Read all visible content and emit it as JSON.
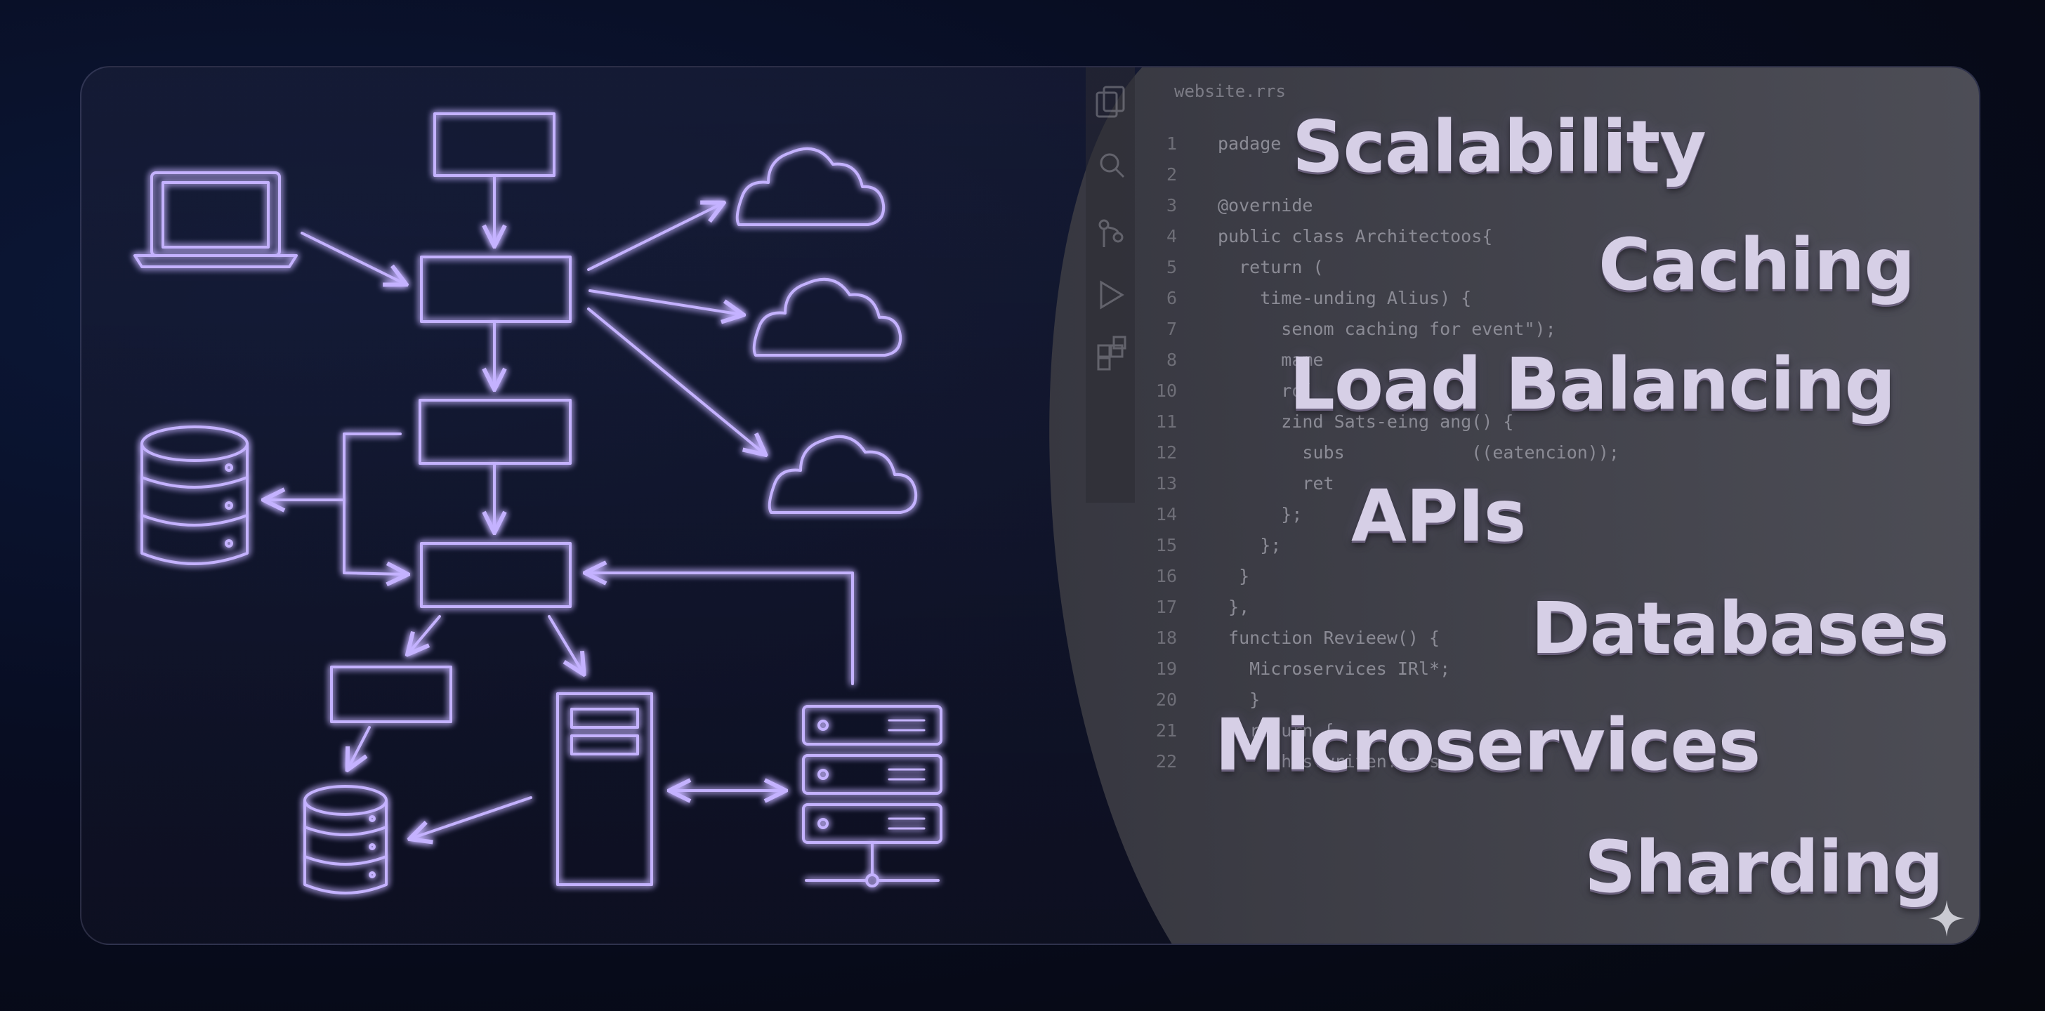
{
  "code_editor": {
    "tab": "website.rrs",
    "lines": [
      {
        "n": "1",
        "code": "padage"
      },
      {
        "n": "2",
        "code": ""
      },
      {
        "n": "3",
        "code": "@overnide"
      },
      {
        "n": "4",
        "code": "public class Architectoos{"
      },
      {
        "n": "5",
        "code": "  return ("
      },
      {
        "n": "6",
        "code": "    time-unding Alius) {"
      },
      {
        "n": "7",
        "code": "      senom caching for event\");"
      },
      {
        "n": "8",
        "code": "      mame"
      },
      {
        "n": "10",
        "code": "      ro("
      },
      {
        "n": "11",
        "code": "      zind Sats-eing ang() {"
      },
      {
        "n": "12",
        "code": "        subs            ((eatencion));"
      },
      {
        "n": "13",
        "code": "        ret"
      },
      {
        "n": "14",
        "code": "      };"
      },
      {
        "n": "15",
        "code": "    };"
      },
      {
        "n": "16",
        "code": "  }"
      },
      {
        "n": "17",
        "code": " },"
      },
      {
        "n": "18",
        "code": " function Revieew() {"
      },
      {
        "n": "19",
        "code": "   Microservices IRl*;"
      },
      {
        "n": "20",
        "code": "   }"
      },
      {
        "n": "21",
        "code": "   return {"
      },
      {
        "n": "22",
        "code": "     thistwriten.mars"
      }
    ]
  },
  "topics": [
    {
      "label": "Scalability"
    },
    {
      "label": "Caching"
    },
    {
      "label": "Load Balancing"
    },
    {
      "label": "APIs"
    },
    {
      "label": "Databases"
    },
    {
      "label": "Microservices"
    },
    {
      "label": "Sharding"
    }
  ],
  "colors": {
    "diagram_stroke": "#c4b2ff",
    "diagram_glow": "#8a6cff",
    "topic_text": "#d6cfe6"
  }
}
